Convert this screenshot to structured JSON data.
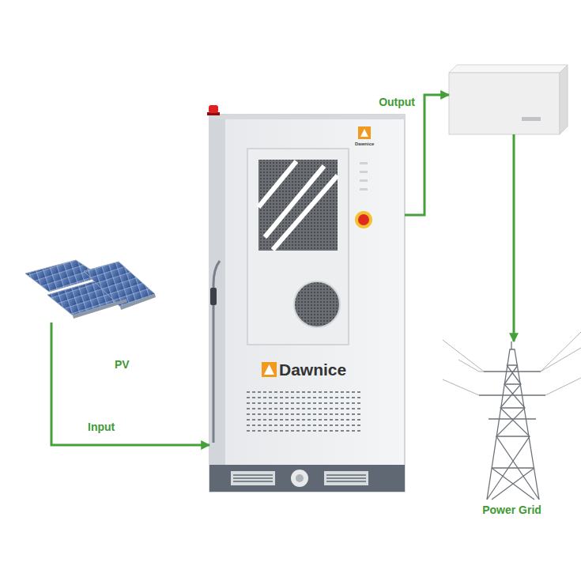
{
  "diagram": {
    "nodes": [
      {
        "text": [
          "PV"
        ]
      },
      {
        "text": [
          "Dawnice",
          "Dawnice"
        ]
      },
      {
        "text": []
      },
      {
        "text": [
          "Power Grid"
        ]
      }
    ],
    "edges": [
      {
        "from": 0,
        "to": 1,
        "label": "Input",
        "arrow": "to"
      },
      {
        "from": 1,
        "to": 2,
        "label": "Output",
        "arrow": "to"
      },
      {
        "from": 2,
        "to": 3,
        "arrow": "to"
      }
    ]
  }
}
